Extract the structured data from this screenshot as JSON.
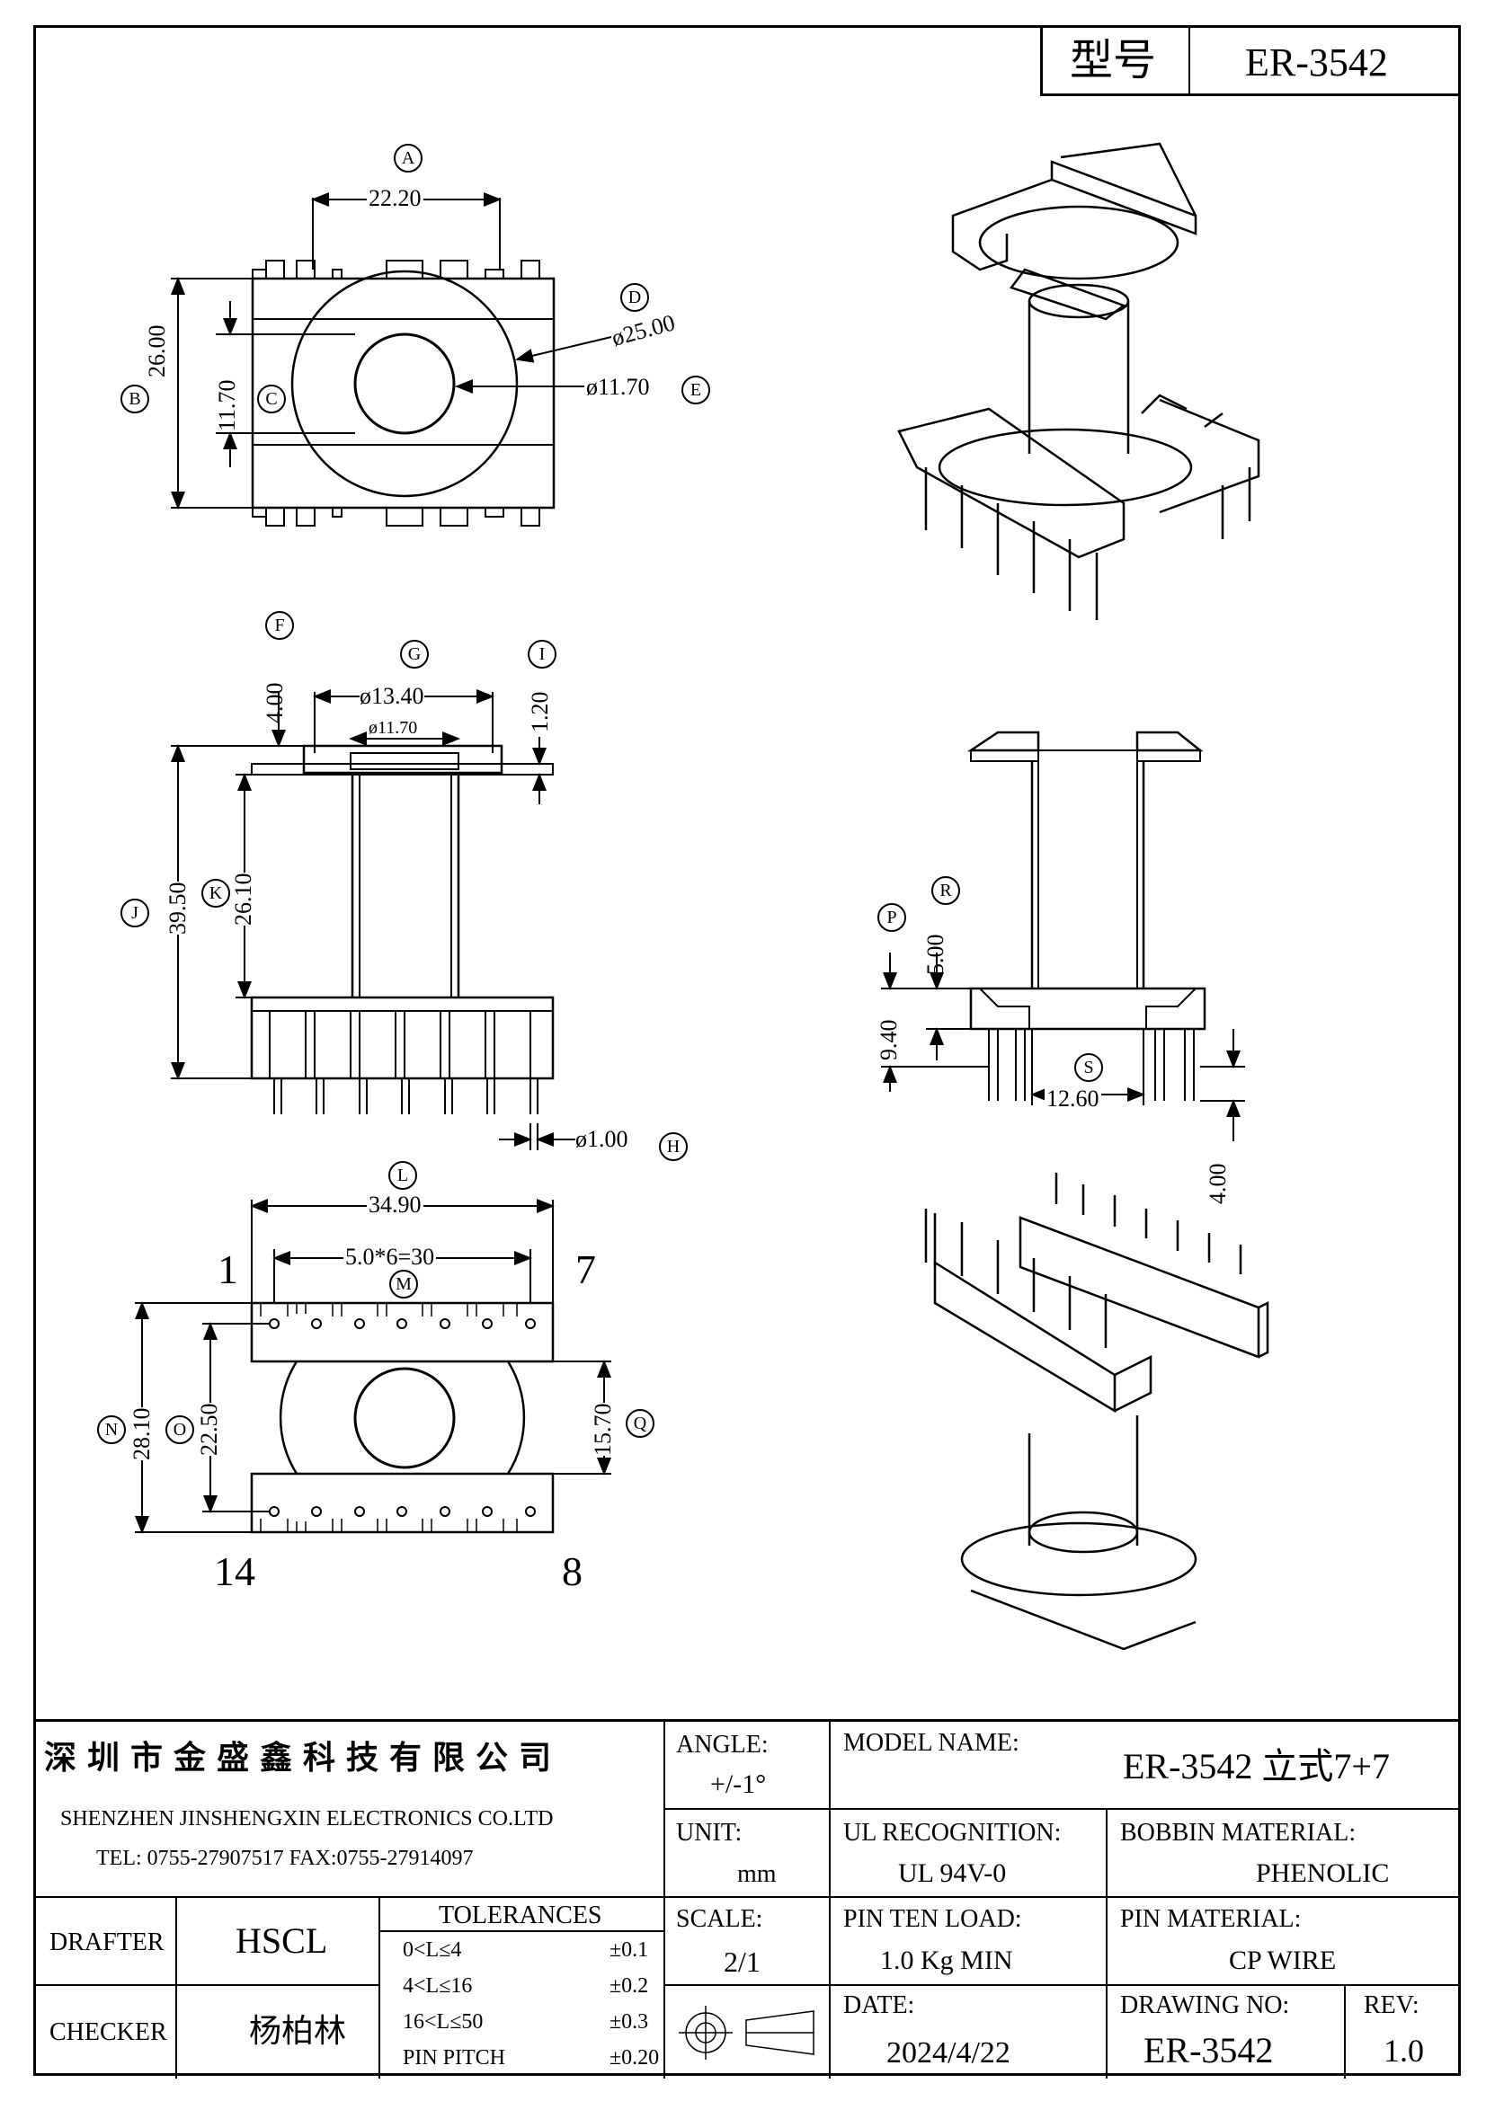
{
  "model_box": {
    "label": "型号",
    "value": "ER-3542"
  },
  "dimensions": {
    "A": "22.20",
    "B": "26.00",
    "C": "11.70",
    "D": "ø25.00",
    "E": "ø11.70",
    "F": "4.00",
    "G": "ø13.40",
    "G2": "ø11.70",
    "I": "1.20",
    "J": "39.50",
    "K": "26.10",
    "H": "ø1.00",
    "L": "34.90",
    "M": "5.0*6=30",
    "N": "28.10",
    "O": "22.50",
    "Q": "15.70",
    "P": "9.40",
    "R": "5.00",
    "S": "12.60",
    "T": "4.00"
  },
  "callouts": [
    "A",
    "B",
    "C",
    "D",
    "E",
    "F",
    "G",
    "I",
    "J",
    "K",
    "H",
    "L",
    "M",
    "N",
    "O",
    "Q",
    "P",
    "R",
    "S"
  ],
  "pin_labels": {
    "top_left": "1",
    "top_right": "7",
    "bottom_left": "14",
    "bottom_right": "8"
  },
  "title_block": {
    "company_cn": "深圳市金盛鑫科技有限公司",
    "company_en": "SHENZHEN JINSHENGXIN ELECTRONICS CO.LTD",
    "contact": "TEL: 0755-27907517   FAX:0755-27914097",
    "angle_label": "ANGLE:",
    "angle_value": "+/-1°",
    "model_label": "MODEL NAME:",
    "model_value": "ER-3542 立式7+7",
    "unit_label": "UNIT:",
    "unit_value": "mm",
    "ul_label": "UL RECOGNITION:",
    "ul_value": "UL 94V-0",
    "bobbin_label": "BOBBIN MATERIAL:",
    "bobbin_value": "PHENOLIC",
    "drafter_label": "DRAFTER",
    "drafter_value": "HSCL",
    "tolerances_label": "TOLERANCES",
    "tolerances": [
      {
        "range": "0<L≤4",
        "value": "±0.1"
      },
      {
        "range": "4<L≤16",
        "value": "±0.2"
      },
      {
        "range": "16<L≤50",
        "value": "±0.3"
      },
      {
        "range": "PIN PITCH",
        "value": "±0.20"
      }
    ],
    "scale_label": "SCALE:",
    "scale_value": "2/1",
    "pin_load_label": "PIN TEN LOAD:",
    "pin_load_value": "1.0 Kg MIN",
    "pin_material_label": "PIN MATERIAL:",
    "pin_material_value": "CP WIRE",
    "checker_label": "CHECKER",
    "checker_value": "杨柏林",
    "date_label": "DATE:",
    "date_value": "2024/4/22",
    "drawing_no_label": "DRAWING NO:",
    "drawing_no_value": "ER-3542",
    "rev_label": "REV:",
    "rev_value": "1.0"
  }
}
